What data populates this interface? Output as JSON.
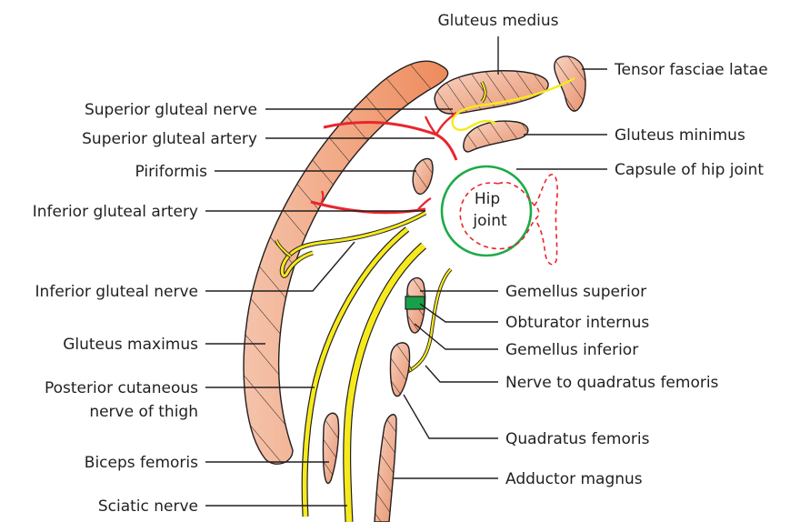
{
  "labels": {
    "gluteus_medius": "Gluteus medius",
    "tensor_fasciae_latae": "Tensor fasciae latae",
    "superior_gluteal_nerve": "Superior gluteal nerve",
    "superior_gluteal_artery": "Superior gluteal artery",
    "gluteus_minimus": "Gluteus minimus",
    "piriformis": "Piriformis",
    "capsule_of_hip_joint": "Capsule of hip joint",
    "inferior_gluteal_artery": "Inferior gluteal artery",
    "hip_joint_line1": "Hip",
    "hip_joint_line2": "joint",
    "inferior_gluteal_nerve": "Inferior gluteal nerve",
    "gemellus_superior": "Gemellus superior",
    "obturator_internus": "Obturator internus",
    "gemellus_inferior": "Gemellus inferior",
    "gluteus_maximus": "Gluteus maximus",
    "posterior_cutaneous_line1": "Posterior cutaneous",
    "posterior_cutaneous_line2": "nerve of thigh",
    "nerve_to_quadratus_femoris": "Nerve to quadratus femoris",
    "quadratus_femoris": "Quadratus femoris",
    "biceps_femoris": "Biceps femoris",
    "adductor_magnus": "Adductor magnus",
    "sciatic_nerve": "Sciatic nerve"
  },
  "colors": {
    "muscle_light": "#f2b69a",
    "muscle_dark": "#ee8d61",
    "nerve": "#f6ea1d",
    "artery": "#e8262d",
    "capsule": "#1daa48",
    "obturator_tendon": "#17a04a",
    "outline": "#231f20"
  }
}
